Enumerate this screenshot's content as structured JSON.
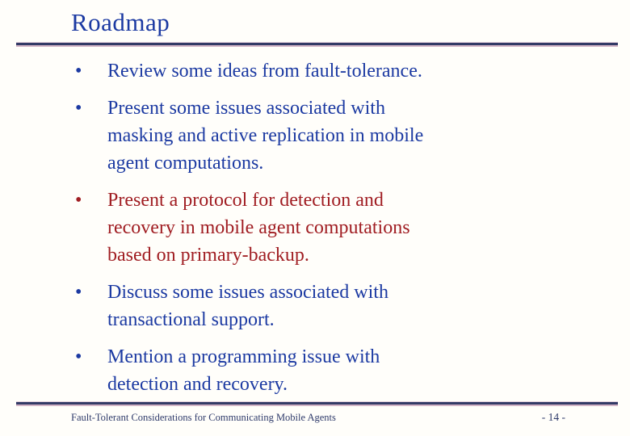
{
  "slide": {
    "title": "Roadmap",
    "bullet_marker": "•",
    "bullets": [
      {
        "text": "Review some ideas from fault-tolerance.",
        "color": "#1c3aa2"
      },
      {
        "text": "Present some issues associated with\nmasking and active replication in mobile\nagent computations.",
        "color": "#1c3aa2"
      },
      {
        "text": "Present a protocol for detection and\nrecovery in mobile agent computations\nbased on primary-backup.",
        "color": "#a01d22"
      },
      {
        "text": "Discuss some issues associated with\ntransactional support.",
        "color": "#1c3aa2"
      },
      {
        "text": "Mention a programming issue with\ndetection and recovery.",
        "color": "#1c3aa2"
      }
    ],
    "footer": {
      "title": "Fault-Tolerant Considerations for Communicating Mobile Agents",
      "page_number": "- 14 -"
    },
    "colors": {
      "background": "#fffefa",
      "text_blue": "#1c3aa2",
      "text_red": "#a01d22",
      "rule_navy": "#333a66",
      "rule_pink": "#d4b5c6",
      "footer_text": "#2e3a6a"
    }
  }
}
